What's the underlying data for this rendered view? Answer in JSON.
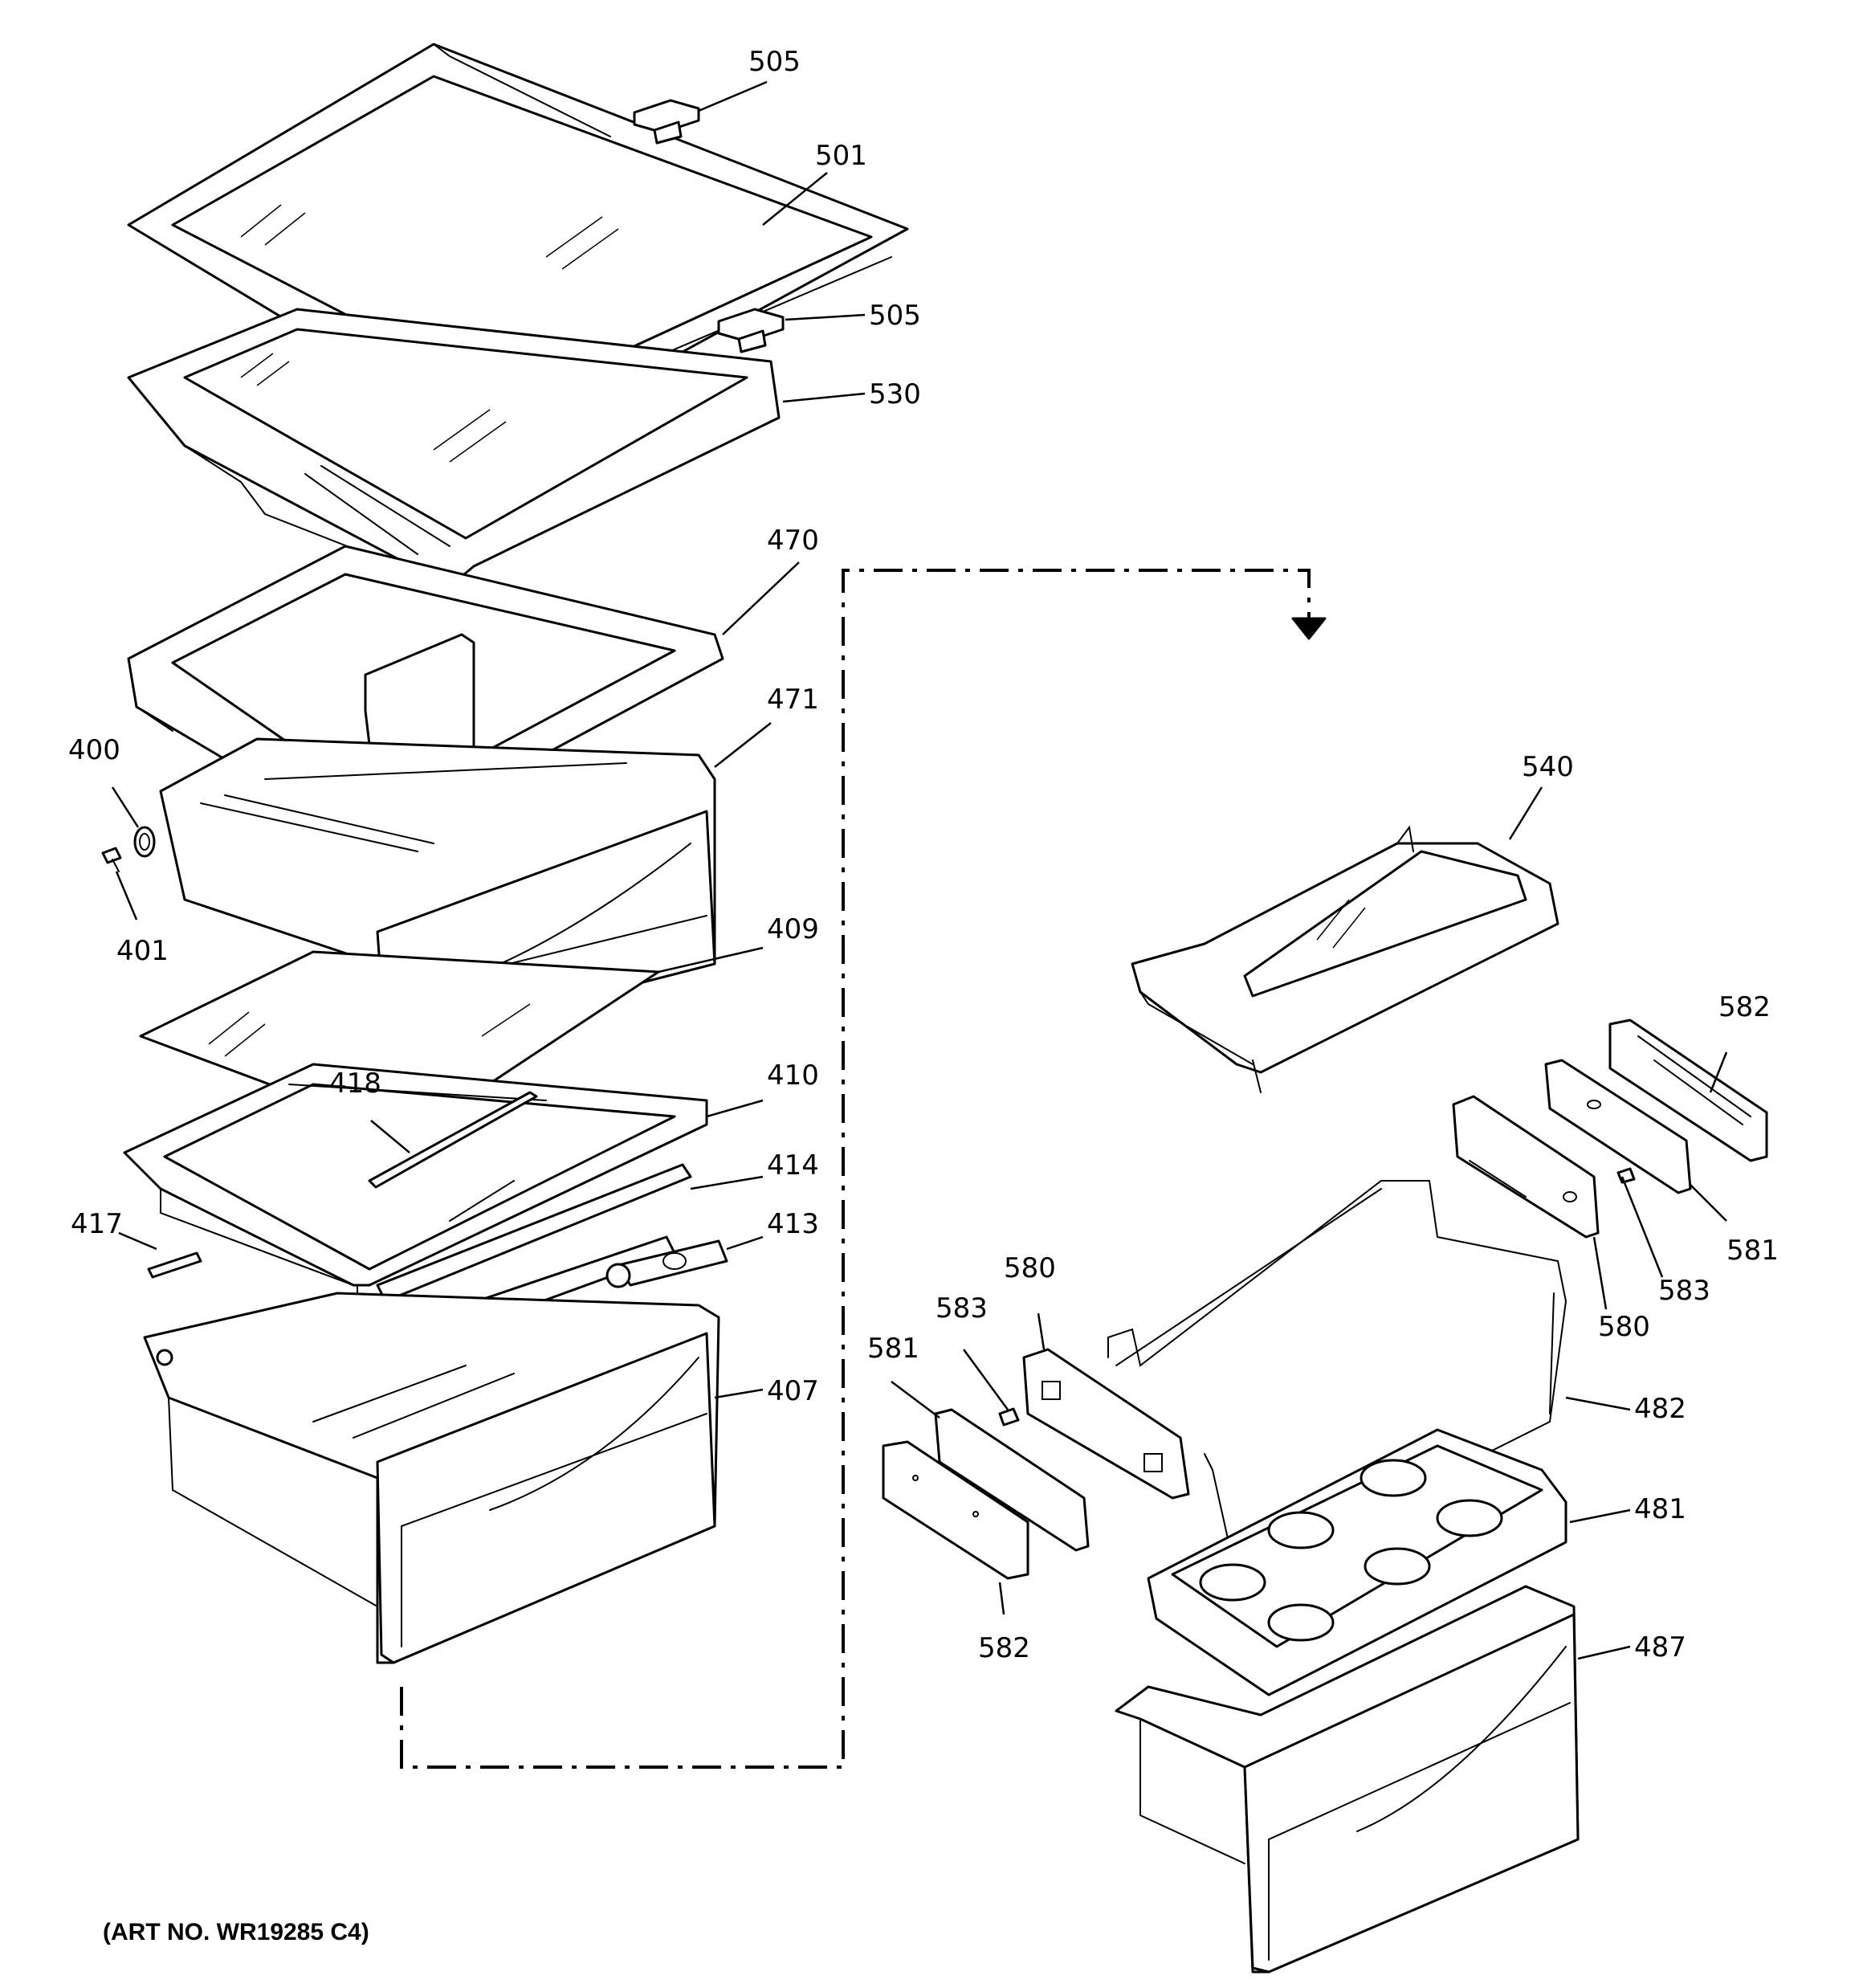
{
  "art_number": "(ART NO. WR19285 C4)",
  "callouts": [
    {
      "id": "c505a",
      "text": "505"
    },
    {
      "id": "c501",
      "text": "501"
    },
    {
      "id": "c505b",
      "text": "505"
    },
    {
      "id": "c530",
      "text": "530"
    },
    {
      "id": "c470",
      "text": "470"
    },
    {
      "id": "c471",
      "text": "471"
    },
    {
      "id": "c400",
      "text": "400"
    },
    {
      "id": "c401",
      "text": "401"
    },
    {
      "id": "c409",
      "text": "409"
    },
    {
      "id": "c418",
      "text": "418"
    },
    {
      "id": "c410",
      "text": "410"
    },
    {
      "id": "c414",
      "text": "414"
    },
    {
      "id": "c417",
      "text": "417"
    },
    {
      "id": "c413",
      "text": "413"
    },
    {
      "id": "c407",
      "text": "407"
    },
    {
      "id": "c540",
      "text": "540"
    },
    {
      "id": "c582a",
      "text": "582"
    },
    {
      "id": "c581a",
      "text": "581"
    },
    {
      "id": "c583a",
      "text": "583"
    },
    {
      "id": "c580a",
      "text": "580"
    },
    {
      "id": "c580b",
      "text": "580"
    },
    {
      "id": "c583b",
      "text": "583"
    },
    {
      "id": "c581b",
      "text": "581"
    },
    {
      "id": "c482",
      "text": "482"
    },
    {
      "id": "c481",
      "text": "481"
    },
    {
      "id": "c487",
      "text": "487"
    },
    {
      "id": "c582b",
      "text": "582"
    }
  ]
}
